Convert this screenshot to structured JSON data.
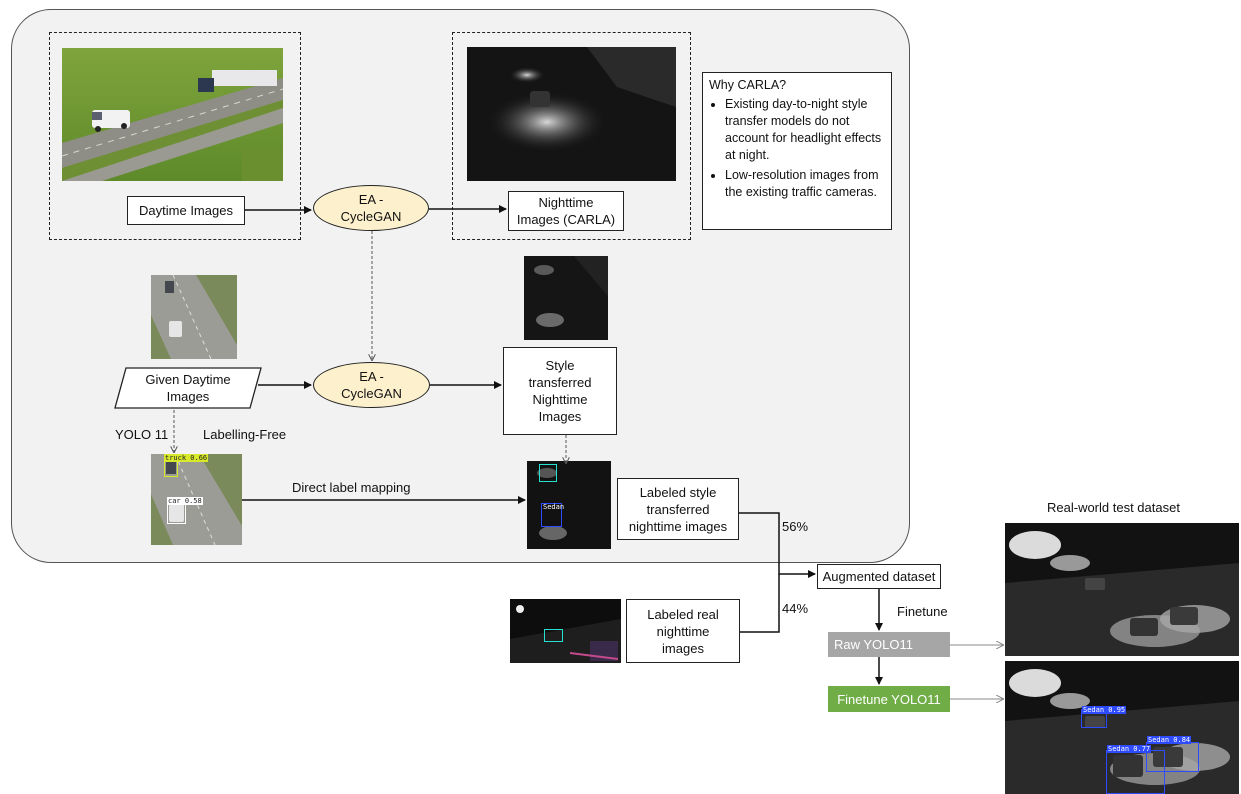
{
  "nodes": {
    "daytime_images": "Daytime Images",
    "ea_cyclegan_top": "EA -\nCycleGAN",
    "nighttime_carla": "Nighttime\nImages (CARLA)",
    "given_daytime": "Given Daytime\nImages",
    "ea_cyclegan_mid": "EA -\nCycleGAN",
    "style_transferred": "Style\ntransferred\nNighttime\nImages",
    "labeled_style": "Labeled style\ntransferred\nnighttime images",
    "labeled_real": "Labeled real\nnighttime\nimages",
    "augmented": "Augmented dataset",
    "raw_yolo": "Raw YOLO11",
    "finetune_yolo": "Finetune YOLO11"
  },
  "note": {
    "title": "Why CARLA?",
    "bullets": [
      "Existing day-to-night style transfer models do not account for headlight effects at night.",
      "Low-resolution images from the existing traffic cameras."
    ]
  },
  "labels": {
    "yolo": "YOLO 11",
    "labelling_free": "Labelling-Free",
    "direct_mapping": "Direct label mapping",
    "pct_56": "56%",
    "pct_44": "44%",
    "finetune": "Finetune",
    "test_title": "Real-world test dataset"
  },
  "detections": {
    "truck": "truck 0.66",
    "car": "car 0.58",
    "sedan_small": "Sedan",
    "sedan_1": "Sedan 0.95",
    "sedan_2": "Sedan 0.84",
    "sedan_3": "Sedan 0.77"
  },
  "colors": {
    "panel": "#f2f2f2",
    "ellipse": "#fdf1cd",
    "raw_yolo": "#a6a6a6",
    "finetune_yolo": "#70ad47",
    "det_blue": "#2e4bff",
    "det_yellow": "#d7e92a",
    "det_cyan": "#27e0d0"
  }
}
